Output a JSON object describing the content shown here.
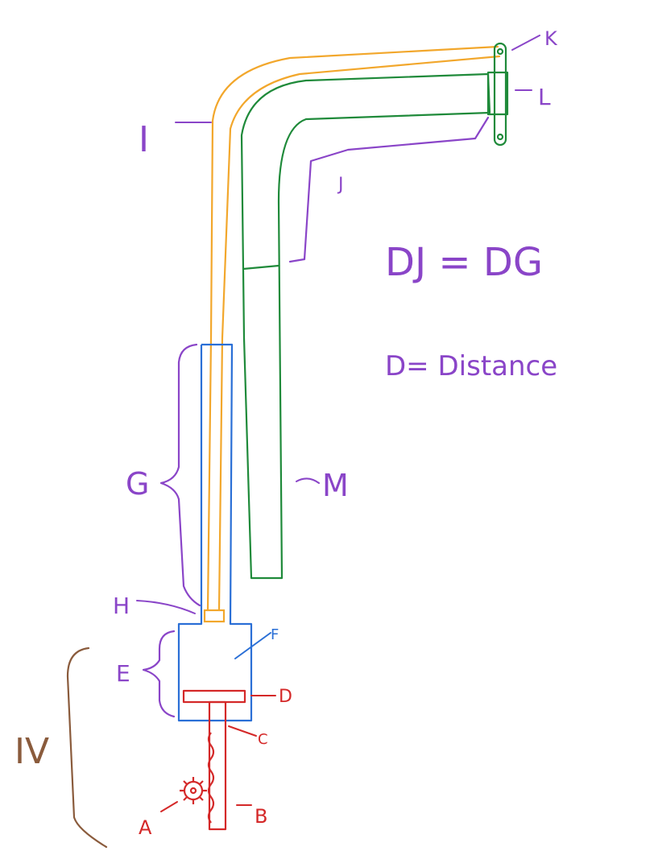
{
  "colors": {
    "orange": "#f2a72c",
    "green": "#1f8a3a",
    "purple": "#8a45c8",
    "blue": "#2a6fd6",
    "red": "#d42828",
    "brown": "#8a5b3c"
  },
  "labels": {
    "A": "A",
    "B": "B",
    "C": "C",
    "D": "D",
    "E": "E",
    "F": "F",
    "G": "G",
    "H": "H",
    "I": "I",
    "J": "J",
    "K": "K",
    "L": "L",
    "M": "M",
    "IV": "IV"
  },
  "notes": {
    "equation": "DJ = DG",
    "definition": "D= Distance"
  }
}
